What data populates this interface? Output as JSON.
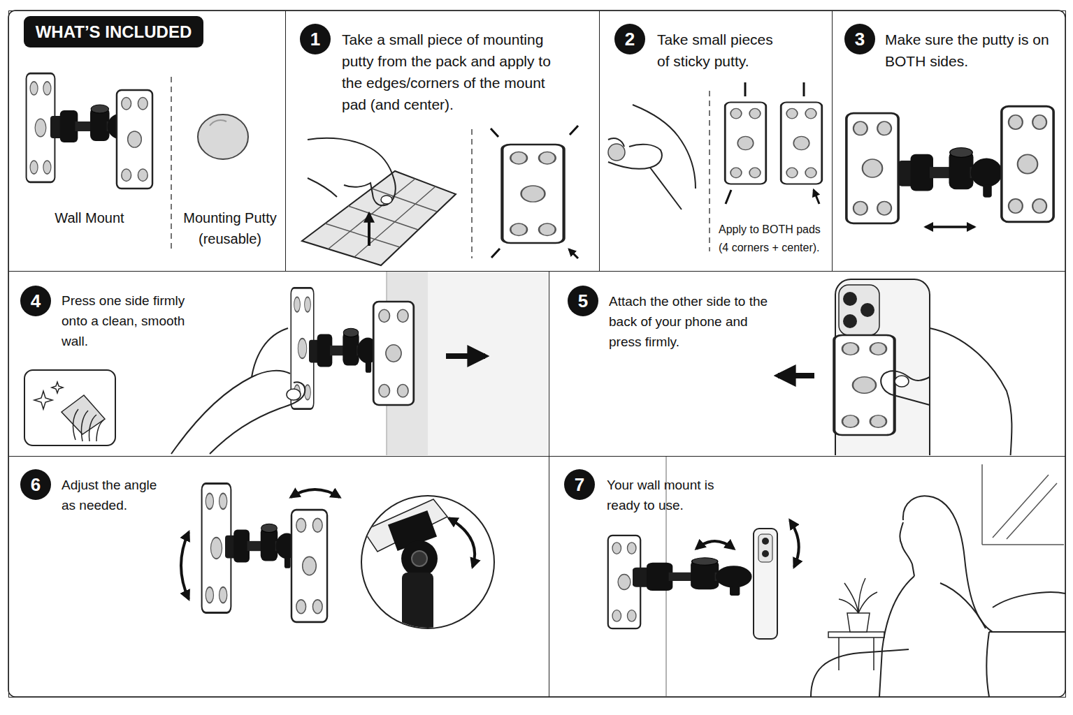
{
  "diagram": {
    "nodes": [
      {
        "text": [
          "Wall Mount",
          "Mounting Putty (reusable)"
        ]
      },
      {
        "text": [
          "WHAT’S INCLUDED"
        ],
        "in": 0
      },
      {
        "text": [
          "Take a small piece of mounting putty from the pack and apply to the edges/corners of the mount pad (and center)."
        ]
      },
      {
        "text": [
          "1"
        ],
        "in": 2
      },
      {
        "text": [
          "Take small pieces of sticky putty.",
          "Apply to BOTH pads (4 corners + center)."
        ]
      },
      {
        "text": [
          "2"
        ],
        "in": 4
      },
      {
        "text": [
          "Make sure the putty is on BOTH sides."
        ]
      },
      {
        "text": [
          "3"
        ],
        "in": 6
      },
      {
        "text": [
          "Press one side firmly onto a clean, smooth wall."
        ]
      },
      {
        "text": [
          "4"
        ],
        "in": 8
      },
      {
        "text": [
          "Attach the other side to the back of your phone and press firmly."
        ]
      },
      {
        "text": [
          "5"
        ],
        "in": 10
      },
      {
        "text": [
          "Adjust the angle as needed."
        ]
      },
      {
        "text": [
          "6"
        ],
        "in": 12
      },
      {
        "text": [
          "Your wall mount is ready to use."
        ]
      },
      {
        "text": [
          "7"
        ],
        "in": 14
      }
    ]
  }
}
